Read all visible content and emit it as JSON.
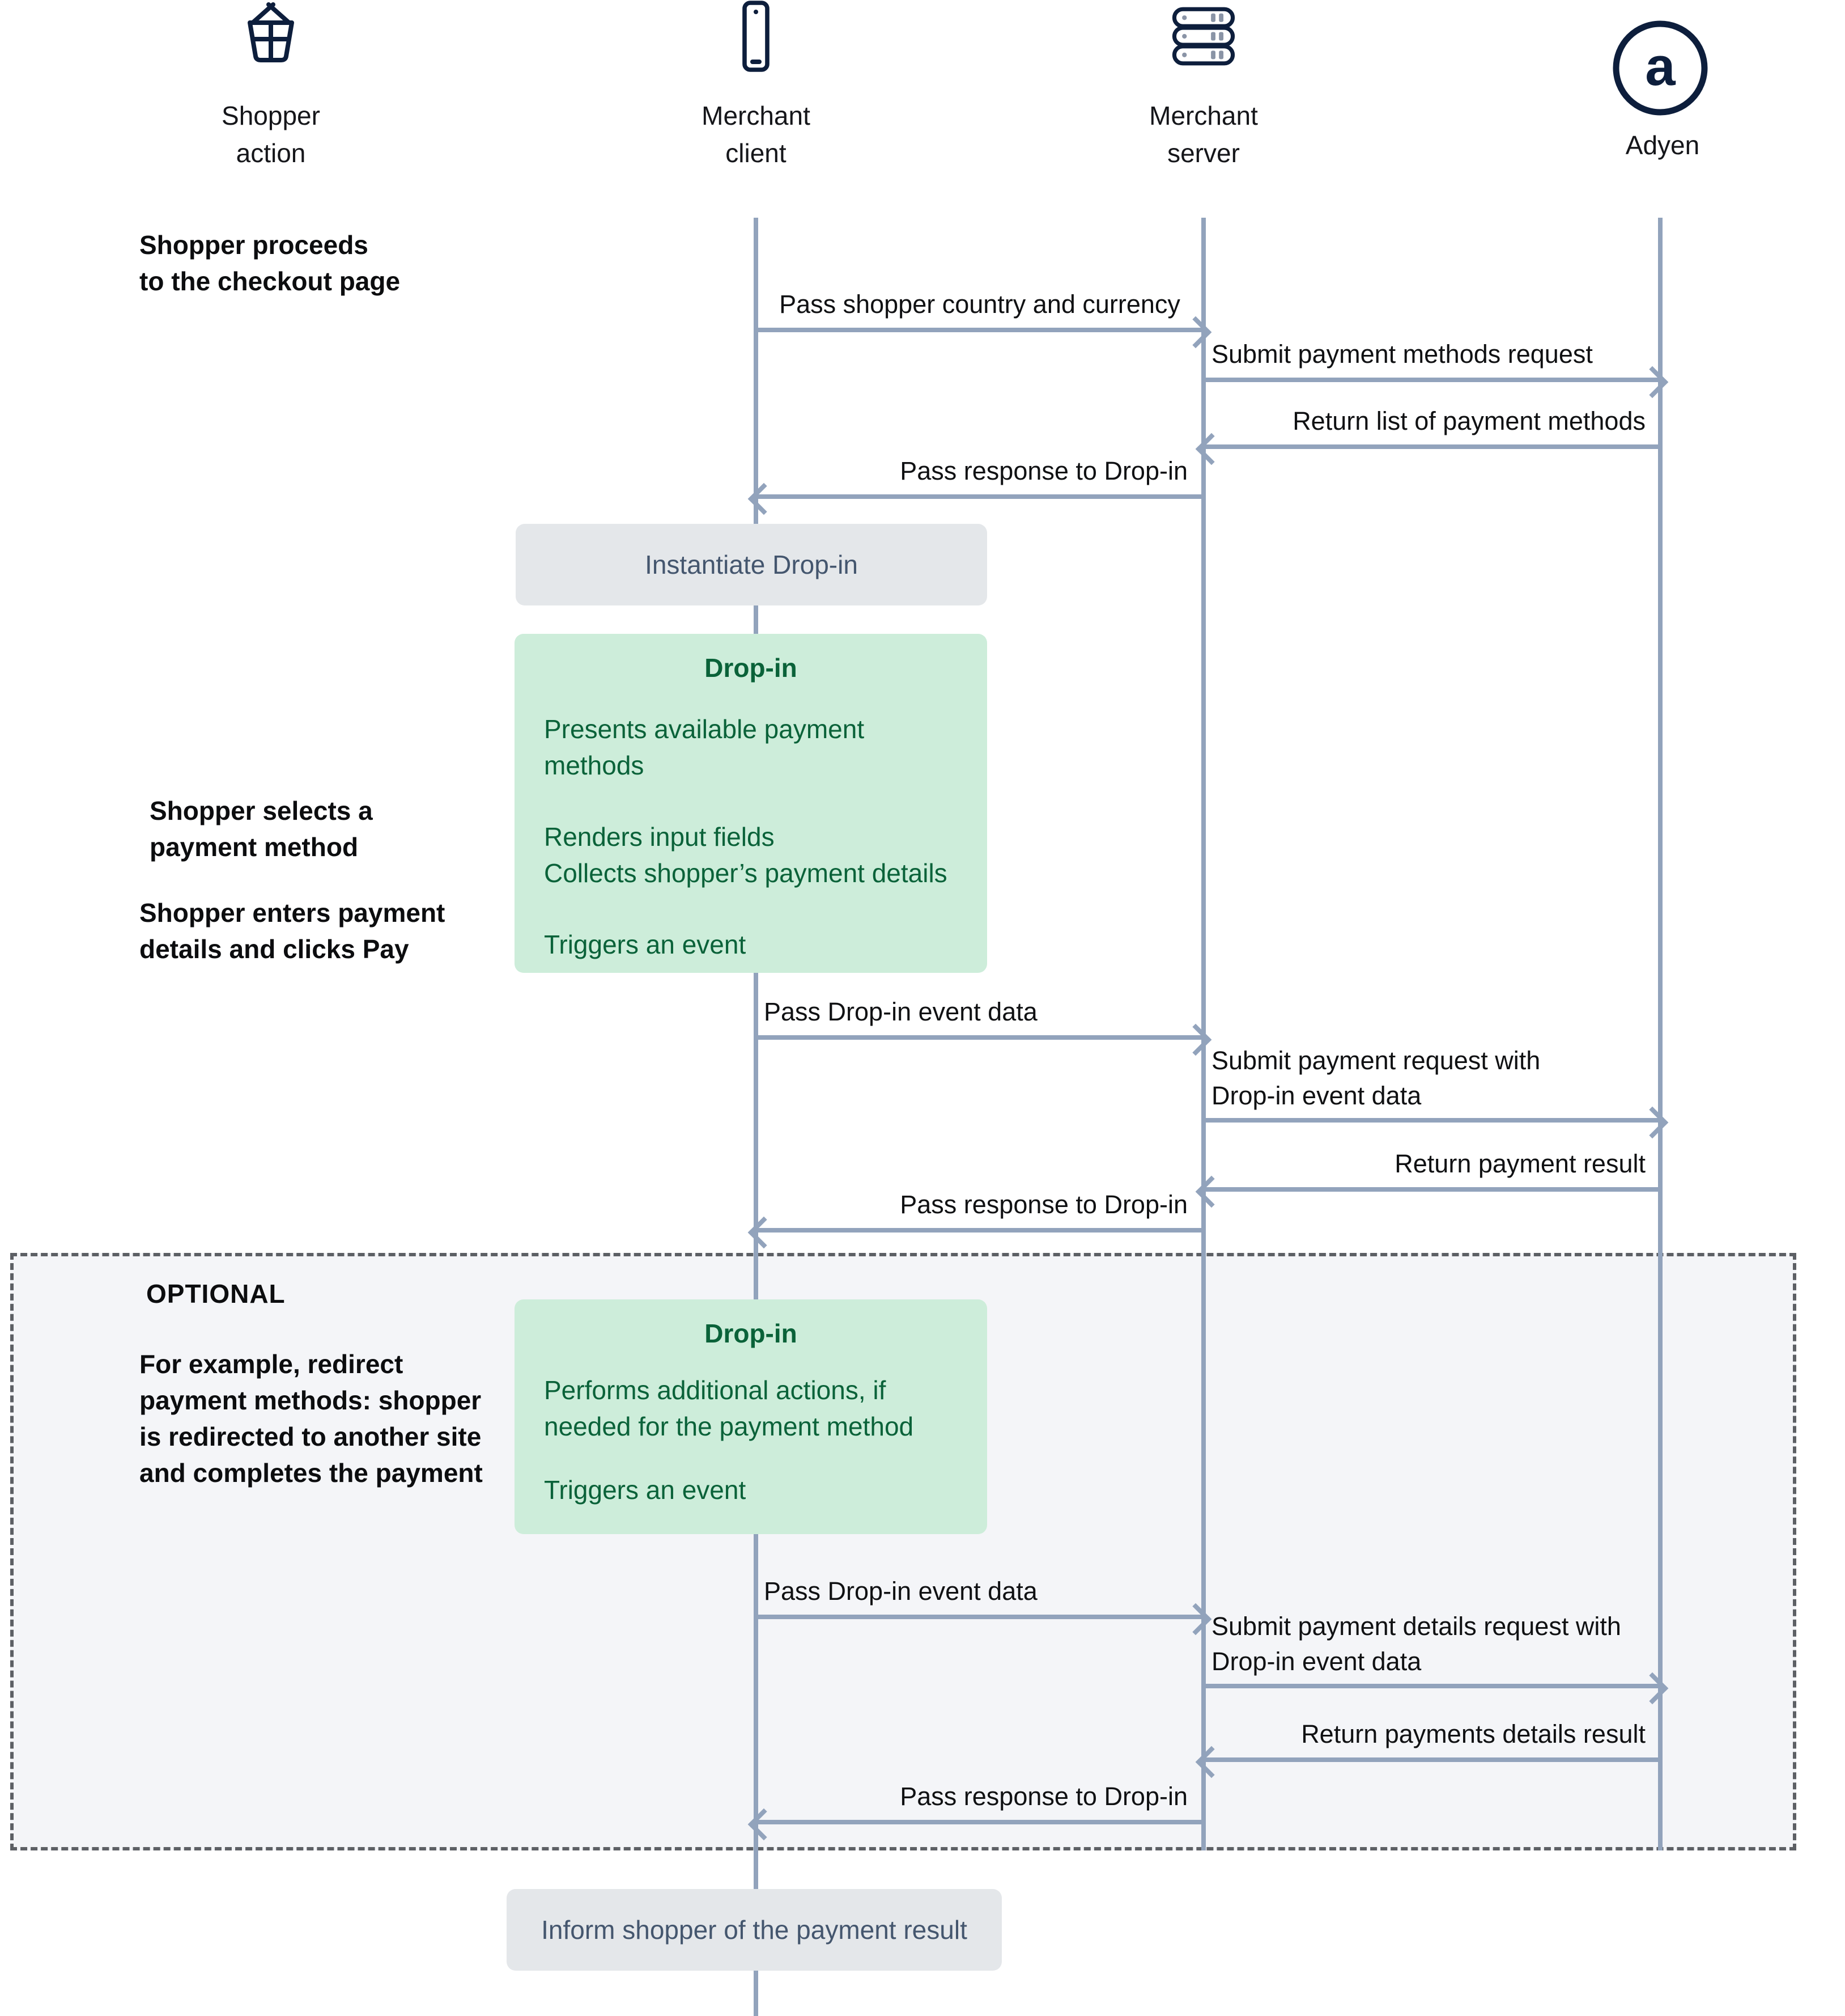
{
  "diagram": {
    "actors": [
      {
        "label": "Shopper\naction",
        "icon": "basket-icon"
      },
      {
        "label": "Merchant\nclient",
        "icon": "phone-icon"
      },
      {
        "label": "Merchant\nserver",
        "icon": "server-icon"
      },
      {
        "label": "Adyen",
        "icon": "adyen-logo"
      }
    ],
    "annotations": {
      "checkout": "Shopper proceeds\nto the checkout page",
      "selects": "Shopper selects a\npayment method",
      "enters": "Shopper enters payment\ndetails and clicks Pay",
      "optional_title": "OPTIONAL",
      "optional_note": "For example, redirect\npayment methods: shopper\nis redirected to another site\nand completes the payment"
    },
    "messages": {
      "m1": "Pass shopper country and currency",
      "m2": "Submit  payment methods request",
      "m3": "Return list of payment methods",
      "m4": "Pass response to Drop-in",
      "m5": "Pass Drop-in event data",
      "m6": "Submit payment request with\nDrop-in event data",
      "m7": "Return payment result",
      "m8": "Pass response to Drop-in",
      "m9": "Pass Drop-in event data",
      "m10": "Submit payment details request with\nDrop-in event data",
      "m11": "Return payments details result",
      "m12": "Pass response to Drop-in"
    },
    "boxes": {
      "instantiate": "Instantiate Drop-in",
      "dropin1": {
        "title": "Drop-in",
        "line1": "Presents available payment methods",
        "line2": "Renders input fields\nCollects shopper’s payment details",
        "line3": "Triggers an event"
      },
      "dropin2": {
        "title": "Drop-in",
        "line1": "Performs additional actions, if\nneeded for the payment method",
        "line2": "Triggers an event"
      },
      "inform": "Inform shopper of the payment result"
    },
    "colors": {
      "icon_navy": "#0d1e3c",
      "arrow_line": "#92a3bc",
      "green_box_bg": "#cdedda",
      "green_box_text": "#0a6239",
      "gray_box_bg": "#e4e7ea",
      "gray_box_text": "#44566e",
      "optional_bg": "#f4f5f8"
    }
  }
}
